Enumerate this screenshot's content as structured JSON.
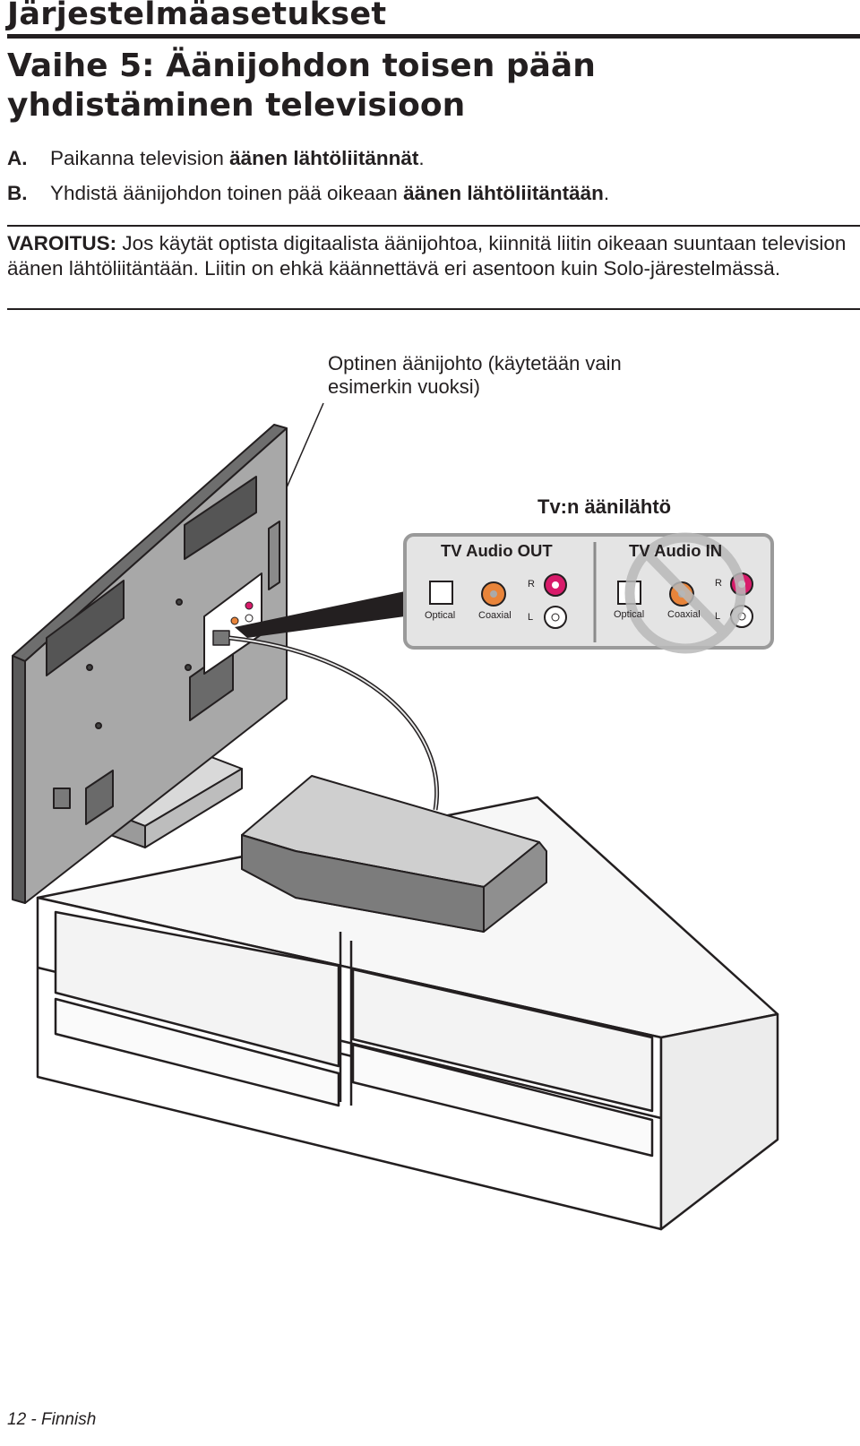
{
  "header": {
    "section_title": "Järjestelmäasetukset",
    "step_title": "Vaihe 5: Äänijohdon toisen pään yhdistäminen televisioon"
  },
  "steps": [
    {
      "letter": "A.",
      "text": "Paikanna television ",
      "bold": "äänen lähtöliitännät",
      "suffix": "."
    },
    {
      "letter": "B.",
      "text": "Yhdistä äänijohdon toinen pää oikeaan ",
      "bold": "äänen lähtöliitäntään",
      "suffix": "."
    }
  ],
  "caution": {
    "label": "VAROITUS:",
    "text": " Jos käytät optista digitaalista äänijohtoa, kiinnitä liitin oikeaan suuntaan television äänen lähtöliitäntään. Liitin on ehkä käännettävä eri asentoon kuin Solo-järestelmässä."
  },
  "figure": {
    "callout": "Optinen äänijohto (käytetään vain esimerkin vuoksi)",
    "panel_title": "Tv:n äänilähtö",
    "audio_out_label": "TV Audio OUT",
    "audio_in_label": "TV Audio IN",
    "jack_labels": {
      "optical": "Optical",
      "coaxial": "Coaxial",
      "right": "R",
      "left": "L"
    },
    "colors": {
      "coaxial_jack": "#e8843a",
      "right_jack": "#d81b6a",
      "prohibited": "#b9b9b9"
    }
  },
  "footer": {
    "page": "12 - Finnish"
  }
}
